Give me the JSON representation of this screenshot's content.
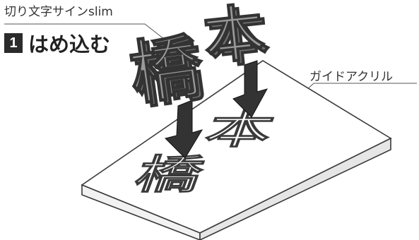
{
  "labels": {
    "product": "切り文字サインslim",
    "step_number": "1",
    "step_title": "はめ込む",
    "guide": "ガイドアクリル"
  },
  "letters": {
    "left": "橋",
    "right": "本"
  },
  "colors": {
    "letter_face": "#9a9a9a",
    "letter_side": "#6e6e6e",
    "arrow": "#333333",
    "plate": "#ffffff",
    "outline": "#3a3a3a"
  }
}
